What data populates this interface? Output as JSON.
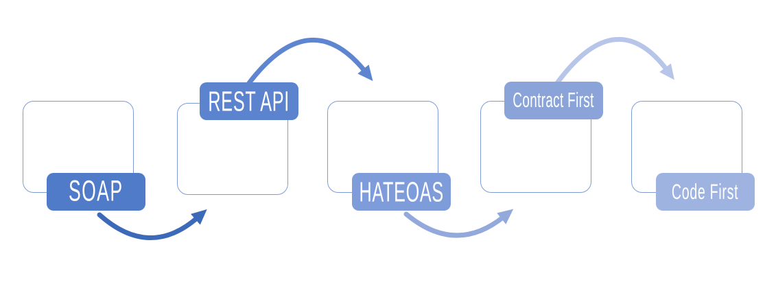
{
  "diagram": {
    "background_color": "#ffffff",
    "box_border_color": "#7f9bd7",
    "label_text_color": "#ffffff",
    "stages": [
      {
        "label": "SOAP",
        "badge_color": "#4f7bc9",
        "arrow_color": "#3d6ab8"
      },
      {
        "label": "REST API",
        "badge_color": "#5c84ce",
        "arrow_color": "#5e86d0"
      },
      {
        "label": "HATEOAS",
        "badge_color": "#7e9cd9",
        "arrow_color": "#93a9dc"
      },
      {
        "label": "Contract First",
        "badge_color": "#8aa4da",
        "arrow_color": "#b7c5e8"
      },
      {
        "label": "Code First",
        "badge_color": "#9fb3e1"
      }
    ]
  }
}
